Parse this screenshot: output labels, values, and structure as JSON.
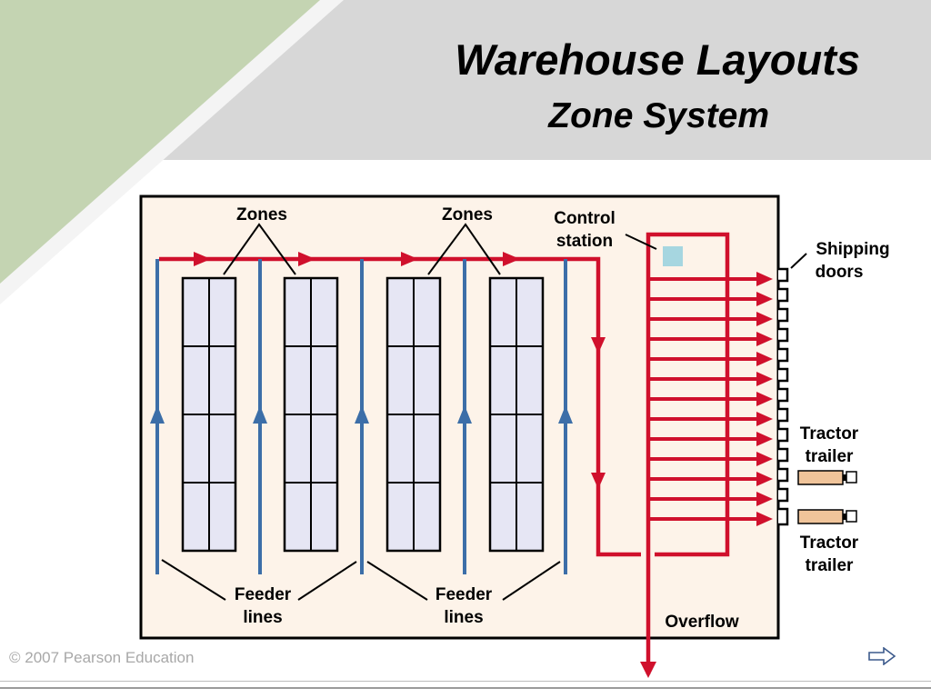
{
  "slide": {
    "title": "Warehouse Layouts",
    "subtitle": "Zone System",
    "footer": "© 2007 Pearson Education"
  },
  "diagram": {
    "labels": {
      "zones_1": "Zones",
      "zones_2": "Zones",
      "control_line1": "Control",
      "control_line2": "station",
      "shipping_line1": "Shipping",
      "shipping_line2": "doors",
      "tractor1_line1": "Tractor",
      "tractor1_line2": "trailer",
      "tractor2_line1": "Tractor",
      "tractor2_line2": "trailer",
      "feeder1_line1": "Feeder",
      "feeder1_line2": "lines",
      "feeder2_line1": "Feeder",
      "feeder2_line2": "lines",
      "overflow": "Overflow"
    },
    "colors": {
      "flow_red": "#d0102c",
      "feeder_blue": "#3c6ea8",
      "floor": "#fdf3e9",
      "rack_fill": "#e6e6f4",
      "control_station": "#a6d6e0",
      "trailer_fill": "#f0c49a",
      "header_gray": "#d7d7d7",
      "accent_green": "#c4d4b2"
    }
  },
  "nav": {
    "next_icon": "right-arrow-icon"
  }
}
